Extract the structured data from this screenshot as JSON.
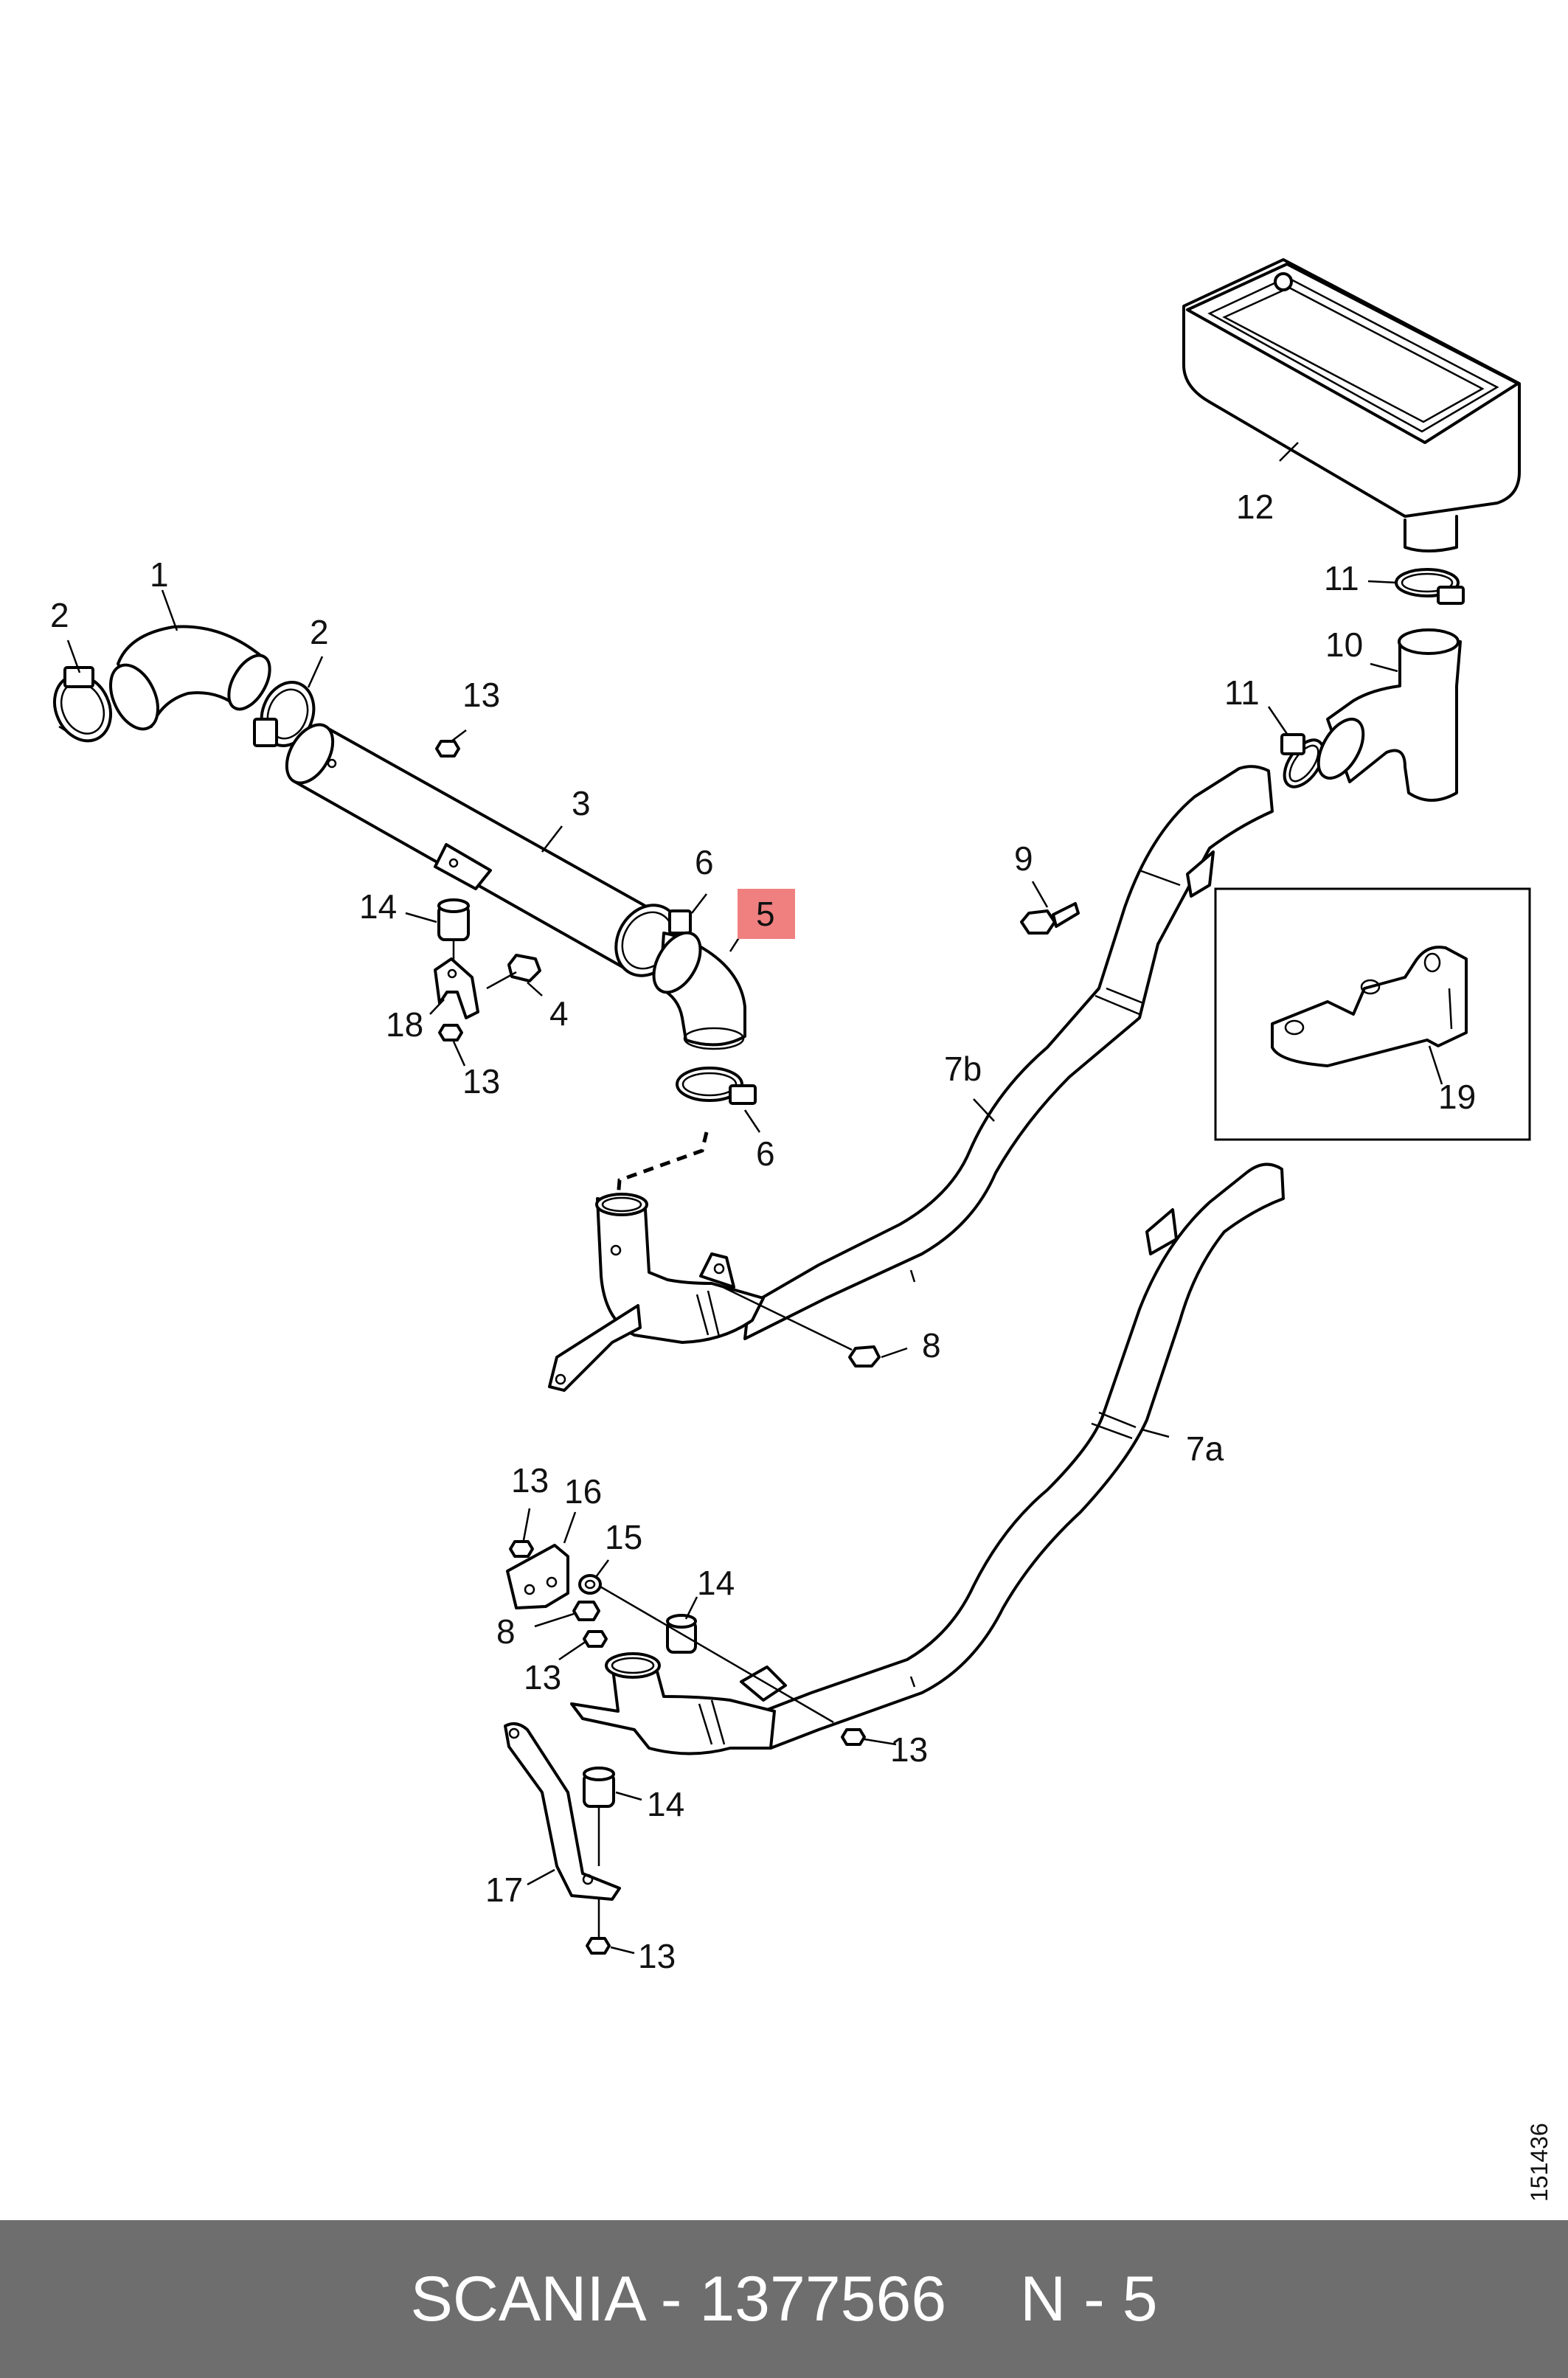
{
  "diagram": {
    "highlight_color": "#f08080",
    "doc_number": "151436",
    "callouts": {
      "c1": "1",
      "c2a": "2",
      "c2b": "2",
      "c3": "3",
      "c4": "4",
      "c5": "5",
      "c6a": "6",
      "c6b": "6",
      "c7a": "7a",
      "c7b": "7b",
      "c8a": "8",
      "c8b": "8",
      "c9": "9",
      "c10": "10",
      "c11a": "11",
      "c11b": "11",
      "c12": "12",
      "c13a": "13",
      "c13b": "13",
      "c13c": "13",
      "c13d": "13",
      "c13e": "13",
      "c13f": "13",
      "c14a": "14",
      "c14b": "14",
      "c14c": "14",
      "c15": "15",
      "c16": "16",
      "c17": "17",
      "c18": "18",
      "c19": "19"
    }
  },
  "footer": {
    "brand_part": "SCANIA - 1377566",
    "ref": "N - 5",
    "background": "#6e6e6e"
  }
}
